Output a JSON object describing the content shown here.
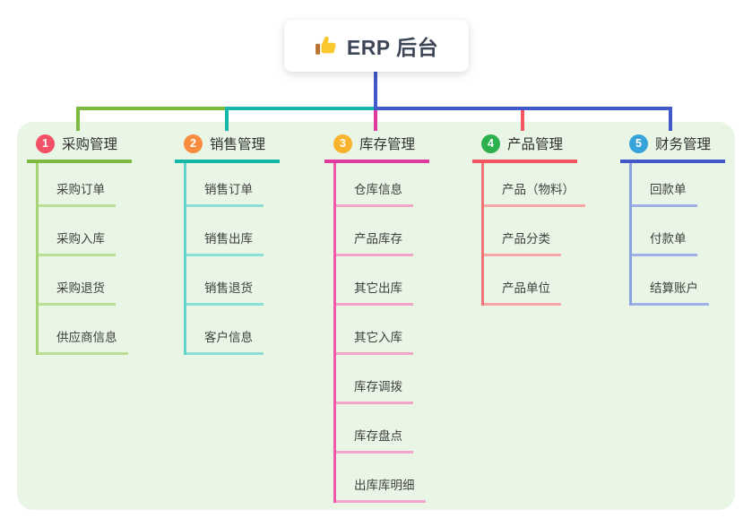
{
  "root": {
    "label": "ERP 后台",
    "icon": "thumbs-up-icon"
  },
  "panel_bg": "#e9f6e5",
  "branches": [
    {
      "badge": "1",
      "title": "采购管理",
      "colors": {
        "badge": "#f15066",
        "main": "#7db93e",
        "spine": "#a6d376",
        "line": "#badf92"
      },
      "items": [
        "采购订单",
        "采购入库",
        "采购退货",
        "供应商信息"
      ]
    },
    {
      "badge": "2",
      "title": "销售管理",
      "colors": {
        "badge": "#f98c3e",
        "main": "#12b7a8",
        "spine": "#63d3c7",
        "line": "#8aded5"
      },
      "items": [
        "销售订单",
        "销售出库",
        "销售退货",
        "客户信息"
      ]
    },
    {
      "badge": "3",
      "title": "库存管理",
      "colors": {
        "badge": "#f6b32b",
        "main": "#e0399e",
        "spine": "#ef58ab",
        "line": "#f4a4cb"
      },
      "items": [
        "仓库信息",
        "产品库存",
        "其它出库",
        "其它入库",
        "库存调拨",
        "库存盘点",
        "出库库明细"
      ]
    },
    {
      "badge": "4",
      "title": "产品管理",
      "colors": {
        "badge": "#2cb14e",
        "main": "#f3545f",
        "spine": "#f0737a",
        "line": "#f6a6a3"
      },
      "items": [
        "产品（物料）",
        "产品分类",
        "产品单位"
      ]
    },
    {
      "badge": "5",
      "title": "财务管理",
      "colors": {
        "badge": "#36a3da",
        "main": "#4159c8",
        "spine": "#8ba4e0",
        "line": "#9db1e7"
      },
      "items": [
        "回款单",
        "付款单",
        "结算账户"
      ]
    }
  ]
}
